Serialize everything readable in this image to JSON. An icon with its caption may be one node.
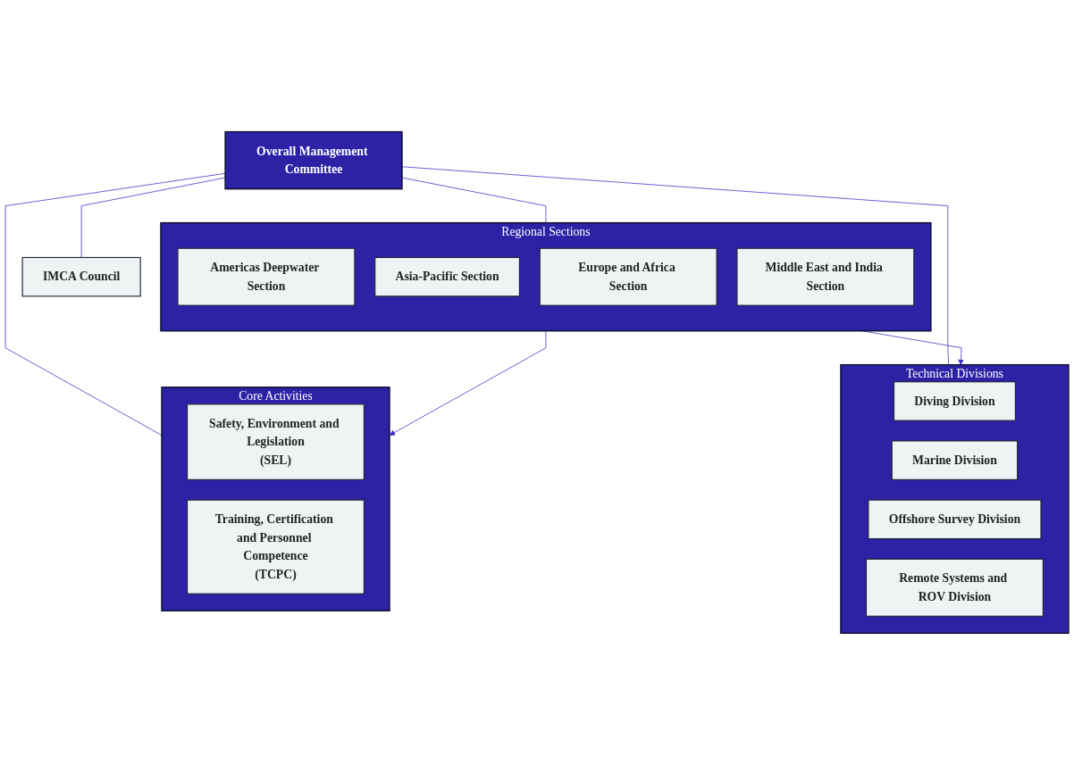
{
  "diagram": {
    "nodes": [
      {
        "text": [
          "Overall Management Committee"
        ]
      },
      {
        "text": [
          "IMCA Council"
        ]
      },
      {
        "text": [
          "Regional Sections"
        ]
      },
      {
        "text": [
          "Americas Deepwater Section"
        ],
        "in": 2
      },
      {
        "text": [
          "Asia-Pacific Section"
        ],
        "in": 2
      },
      {
        "text": [
          "Europe and Africa Section"
        ],
        "in": 2
      },
      {
        "text": [
          "Middle East and India Section"
        ],
        "in": 2
      },
      {
        "text": [
          "Core Activities"
        ]
      },
      {
        "text": [
          "Safety, Environment and Legislation",
          "(SEL)"
        ],
        "in": 7
      },
      {
        "text": [
          "Training, Certification and Personnel Competence",
          "(TCPC)"
        ],
        "in": 7
      },
      {
        "text": [
          "Technical Divisions"
        ]
      },
      {
        "text": [
          "Diving Division"
        ],
        "in": 10
      },
      {
        "text": [
          "Marine Division"
        ],
        "in": 10
      },
      {
        "text": [
          "Offshore Survey Division"
        ],
        "in": 10
      },
      {
        "text": [
          "Remote Systems and ROV Division"
        ],
        "in": 10
      }
    ],
    "edges": [
      {
        "from": 0,
        "to": 1,
        "arrow": "none"
      },
      {
        "from": 0,
        "to": 2,
        "arrow": "none"
      },
      {
        "from": 0,
        "to": 7,
        "arrow": "none"
      },
      {
        "from": 0,
        "to": 10,
        "arrow": "none"
      },
      {
        "from": 2,
        "to": 7,
        "arrow": "to"
      },
      {
        "from": 2,
        "to": 10,
        "arrow": "to"
      }
    ]
  }
}
